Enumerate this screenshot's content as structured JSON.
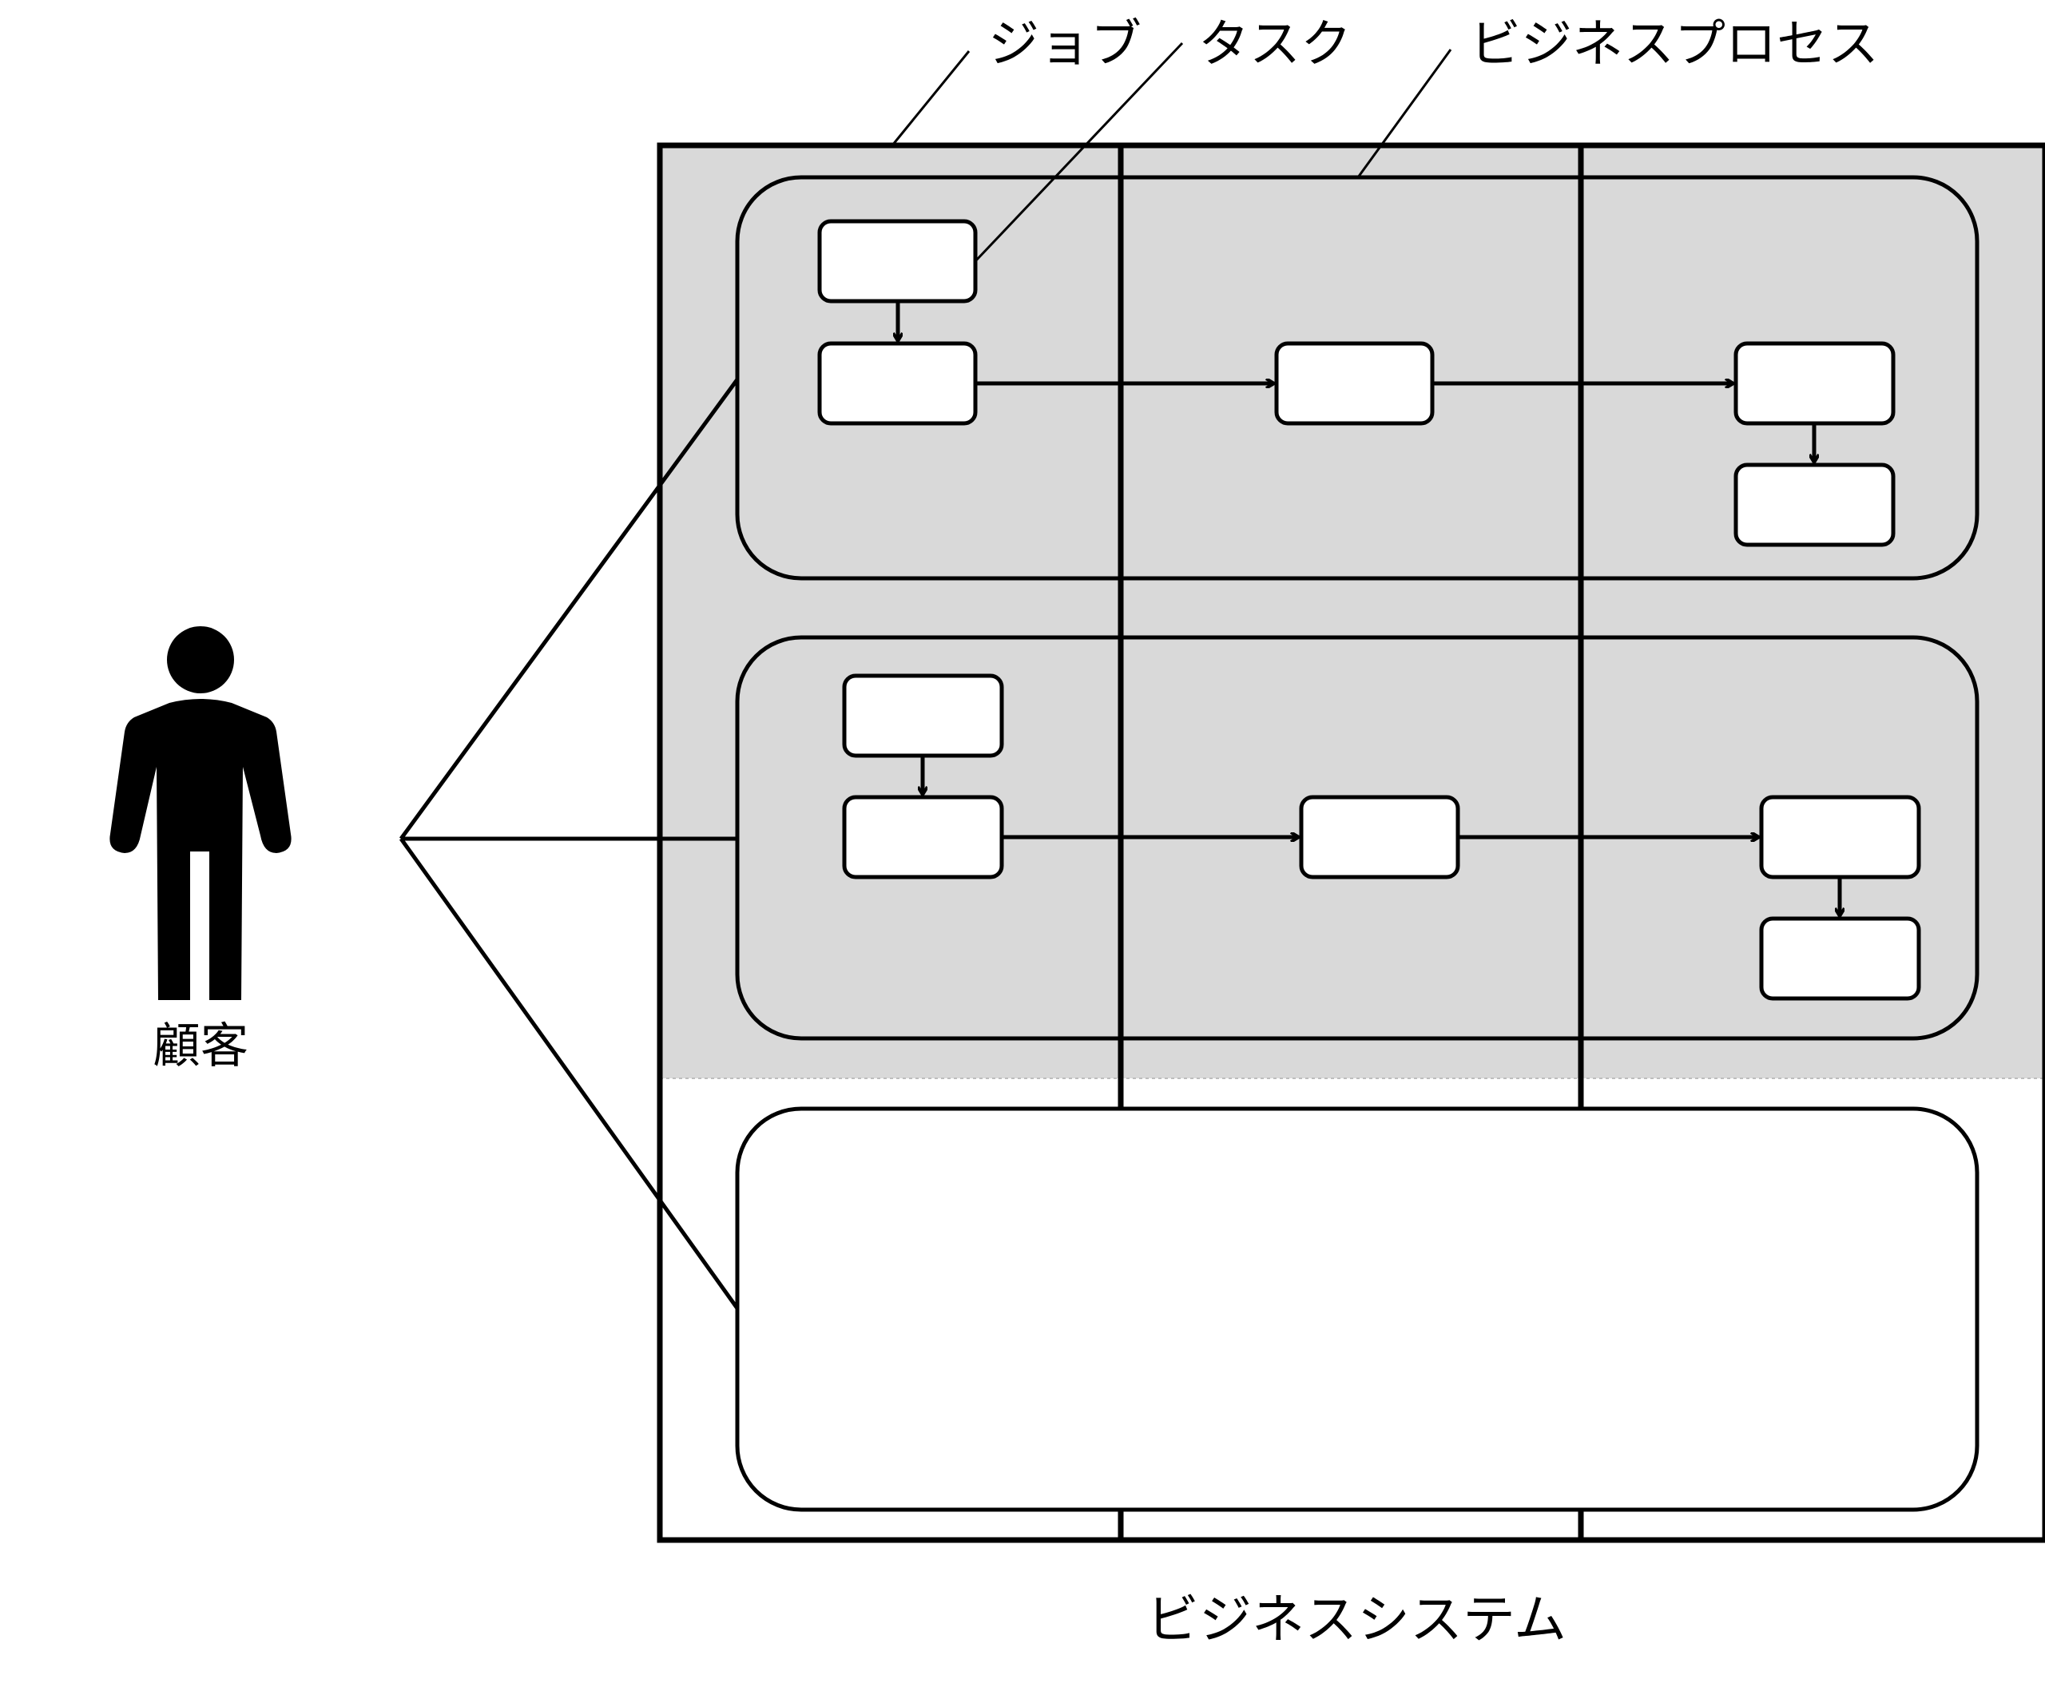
{
  "labels": {
    "job": "ジョブ",
    "task": "タスク",
    "business_process": "ビジネスプロセス",
    "business_system": "ビジネスシステム",
    "customer": "顧客"
  },
  "colors": {
    "shaded_region": "#d9d9d9",
    "stroke": "#000000",
    "task_fill": "#ffffff"
  }
}
